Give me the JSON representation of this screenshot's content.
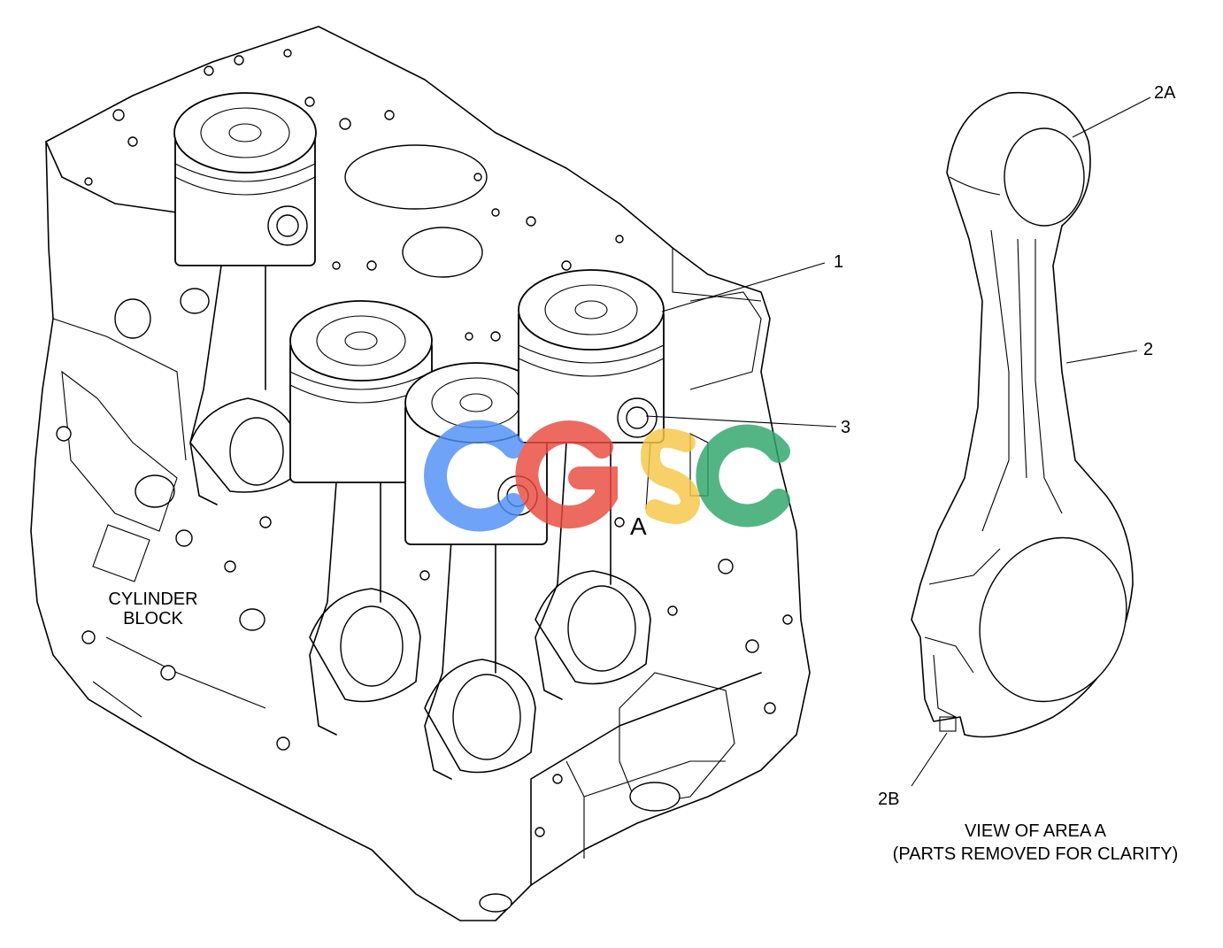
{
  "callouts": {
    "piston": "1",
    "connecting_rod": "2",
    "rod_small_end": "2A",
    "rod_bolt": "2B",
    "piston_pin": "3",
    "area_marker": "A"
  },
  "labels": {
    "cylinder_block_line1": "CYLINDER",
    "cylinder_block_line2": "BLOCK",
    "view_title": "VIEW OF AREA  A",
    "view_subtitle": "(PARTS REMOVED FOR CLARITY)"
  },
  "watermark": {
    "text": "CGSC",
    "colors": [
      "#4f8ff7",
      "#ea4a3f",
      "#f6c846",
      "#2fa66a"
    ]
  }
}
